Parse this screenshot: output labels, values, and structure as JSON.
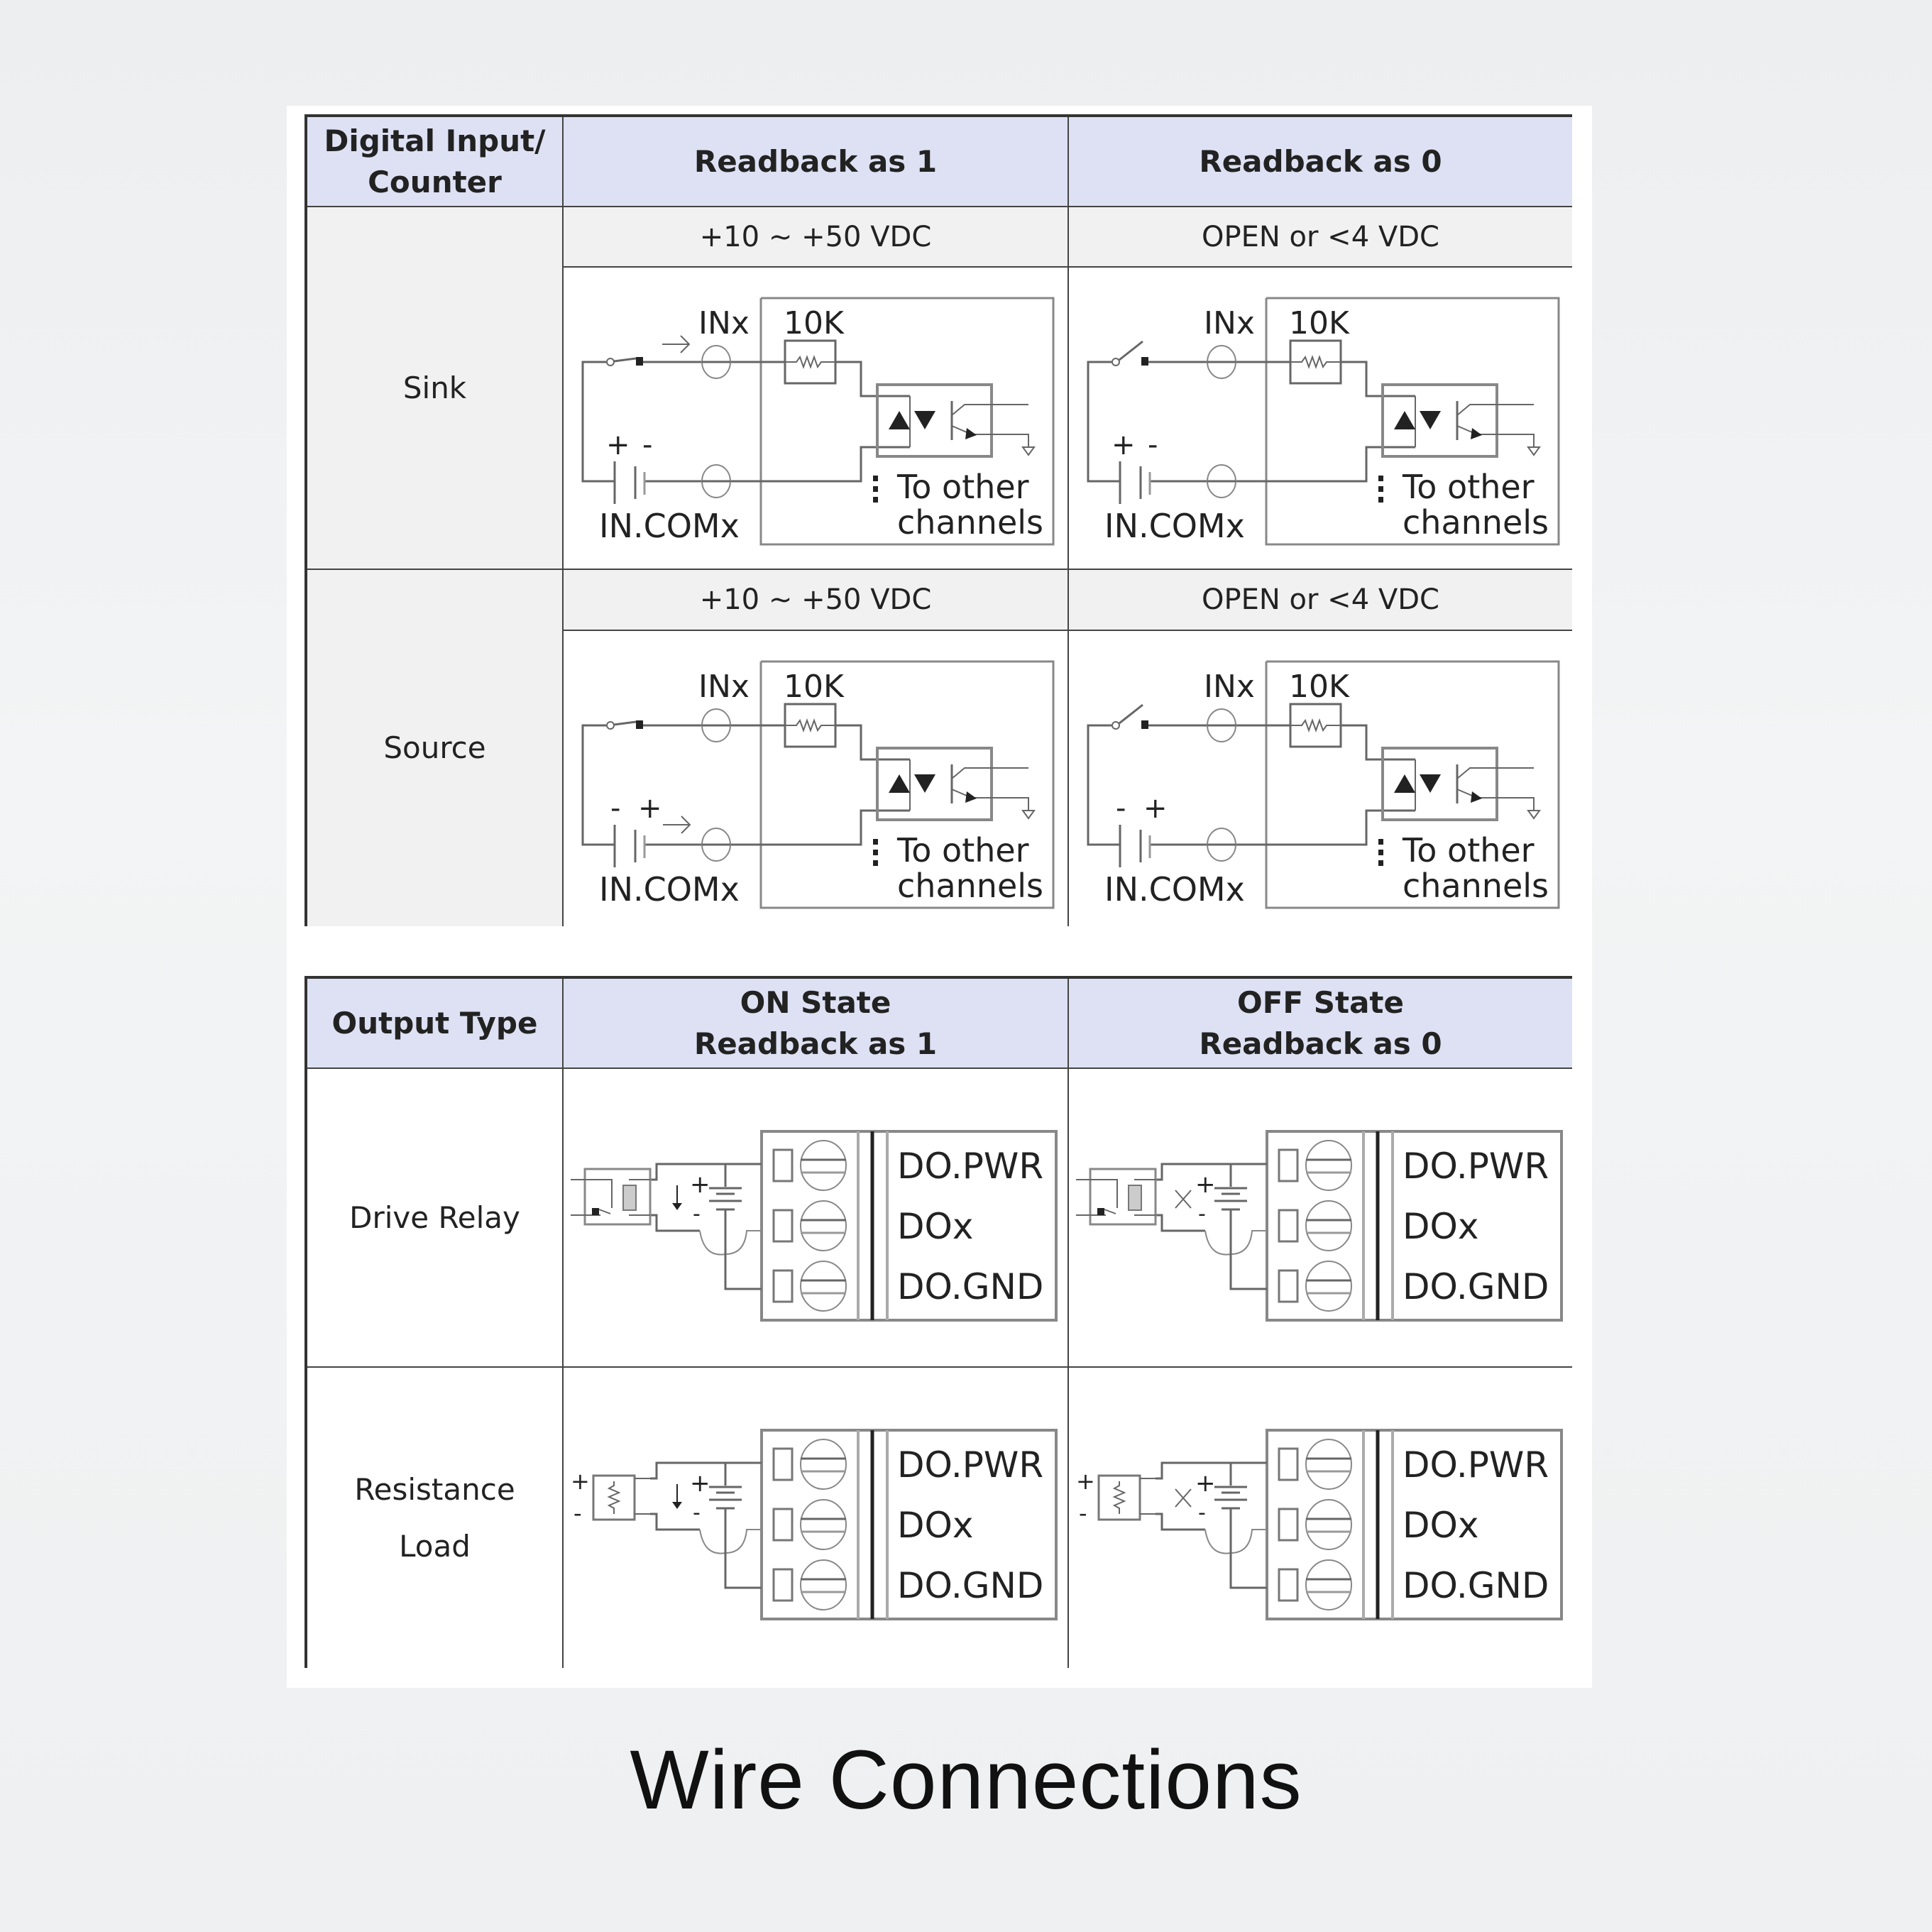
{
  "input_table": {
    "header": {
      "col0": "Digital Input/ Counter",
      "col1": "Readback as 1",
      "col2": "Readback as 0"
    },
    "rows": [
      {
        "label": "Sink",
        "voltage_1": "+10 ~ +50 VDC",
        "voltage_0": "OPEN or <4 VDC"
      },
      {
        "label": "Source",
        "voltage_1": "+10 ~ +50 VDC",
        "voltage_0": "OPEN or <4 VDC"
      }
    ],
    "labels": {
      "input": "INx",
      "resistor": "10K",
      "common": "IN.COMx",
      "note_line1": "To other",
      "note_line2": "channels"
    }
  },
  "output_table": {
    "header": {
      "col0": "Output Type",
      "col1_line1": "ON State",
      "col1_line2": "Readback as 1",
      "col2_line1": "OFF State",
      "col2_line2": "Readback as 0"
    },
    "rows": [
      {
        "label": "Drive Relay"
      },
      {
        "label_line1": "Resistance",
        "label_line2": "Load"
      }
    ],
    "terminals": [
      "DO.PWR",
      "DOx",
      "DO.GND"
    ]
  },
  "caption": "Wire Connections",
  "colors": {
    "header_bg": "#dde1f3",
    "side_bg": "#f1f1f1",
    "border": "#333333",
    "wire": "#666666"
  }
}
